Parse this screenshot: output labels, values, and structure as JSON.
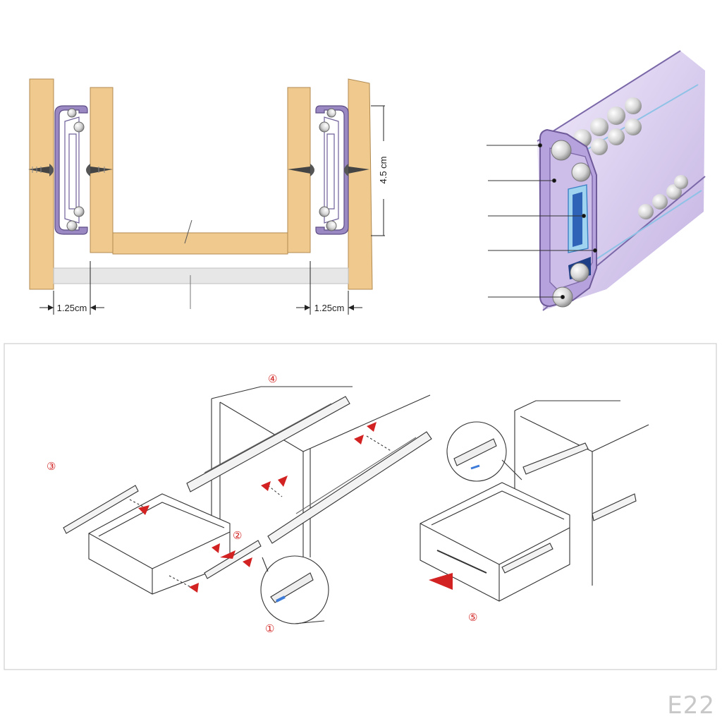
{
  "dimensions": {
    "height_label": "4.5 cm",
    "gap_left_label": "1.25cm",
    "gap_right_label": "1.25cm"
  },
  "steps": {
    "s1": "①",
    "s2": "②",
    "s3": "③",
    "s4": "④",
    "s5": "⑤"
  },
  "code": "E22",
  "colors": {
    "wood": "#f0c98e",
    "wood_edge": "#c9a062",
    "rail_purple": "#8e7ab8",
    "rail_light": "#cdbfe6",
    "accent_red": "#d22222",
    "accent_blue": "#3d7bd9"
  }
}
